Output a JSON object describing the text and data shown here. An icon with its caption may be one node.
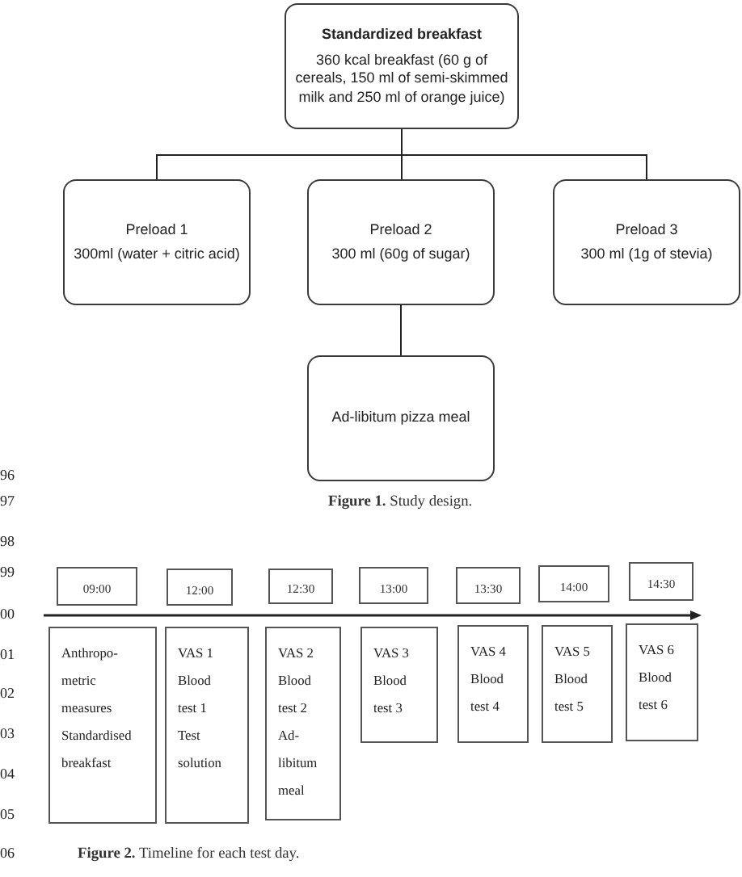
{
  "diagram": {
    "nodes": [
      {
        "text": [
          "Standardized breakfast",
          "360 kcal breakfast (60 g of cereals, 150 ml of semi-skimmed milk and 250 ml of orange juice)"
        ]
      },
      {
        "text": [
          "Preload 1",
          "300ml (water + citric acid)"
        ]
      },
      {
        "text": [
          "Preload 2",
          "300 ml (60g of sugar)"
        ]
      },
      {
        "text": [
          "Preload 3",
          "300 ml (1g of stevia)"
        ]
      },
      {
        "text": [
          "Ad-libitum pizza meal"
        ]
      },
      {
        "text": [
          "09:00"
        ]
      },
      {
        "text": [
          "12:00"
        ]
      },
      {
        "text": [
          "12:30"
        ]
      },
      {
        "text": [
          "13:00"
        ]
      },
      {
        "text": [
          "13:30"
        ]
      },
      {
        "text": [
          "14:00"
        ]
      },
      {
        "text": [
          "14:30"
        ]
      },
      {
        "text": [
          "Anthropo- metric measures",
          "Standardised breakfast"
        ]
      },
      {
        "text": [
          "VAS 1",
          "Blood test 1",
          "Test solution"
        ]
      },
      {
        "text": [
          "VAS 2",
          "Blood test 2",
          "Ad- libitum meal"
        ]
      },
      {
        "text": [
          "VAS 3",
          "Blood test 3"
        ]
      },
      {
        "text": [
          "VAS 4",
          "Blood test 4"
        ]
      },
      {
        "text": [
          "VAS 5",
          "Blood test 5"
        ]
      },
      {
        "text": [
          "VAS 6",
          "Blood test 6"
        ]
      }
    ],
    "edges": [
      {
        "from": 0,
        "to": 1,
        "arrow": "none"
      },
      {
        "from": 0,
        "to": 2,
        "arrow": "none"
      },
      {
        "from": 0,
        "to": 3,
        "arrow": "none"
      },
      {
        "from": 2,
        "to": 4,
        "arrow": "none"
      }
    ],
    "labels": [
      "96",
      "97",
      "**Figure 1.** Study design.",
      "98",
      "99",
      "00",
      "01",
      "02",
      "03",
      "04",
      "05",
      "06",
      "**Figure 2.** Timeline for each test day."
    ]
  }
}
